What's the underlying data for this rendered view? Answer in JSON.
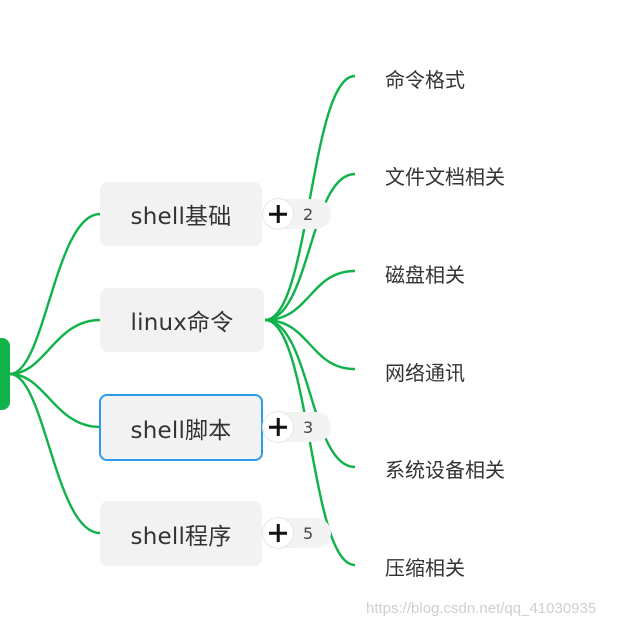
{
  "colors": {
    "connector": "#10b24a",
    "root": "#10b24a",
    "node_fill": "#f2f2f2",
    "selected_border": "#2f9be7",
    "text": "#333333",
    "watermark": "#cfcfcf"
  },
  "nodes": [
    {
      "label": "shell基础",
      "collapsed_count": "2"
    },
    {
      "label": "linux命令"
    },
    {
      "label": "shell脚本",
      "collapsed_count": "3",
      "selected": true
    },
    {
      "label": "shell程序",
      "collapsed_count": "5"
    }
  ],
  "leaves": [
    "命令格式",
    "文件文档相关",
    "磁盘相关",
    "网络通讯",
    "系统设备相关",
    "压缩相关"
  ],
  "watermark": "https://blog.csdn.net/qq_41030935",
  "icons": {
    "expand": "plus-icon"
  }
}
